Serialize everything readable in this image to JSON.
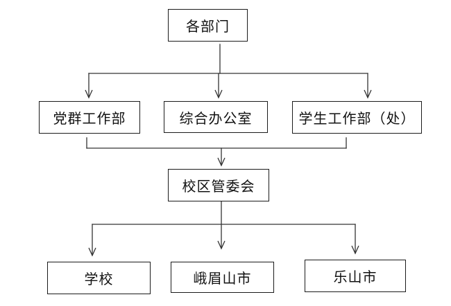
{
  "diagram": {
    "top": {
      "label": "各部门"
    },
    "departments": [
      {
        "label": "党群工作部"
      },
      {
        "label": "综合办公室"
      },
      {
        "label": "学生工作部（处）"
      }
    ],
    "middle": {
      "label": "校区管委会"
    },
    "targets": [
      {
        "label": "学校"
      },
      {
        "label": "峨眉山市"
      },
      {
        "label": "乐山市"
      }
    ],
    "line_color": "#333333"
  }
}
